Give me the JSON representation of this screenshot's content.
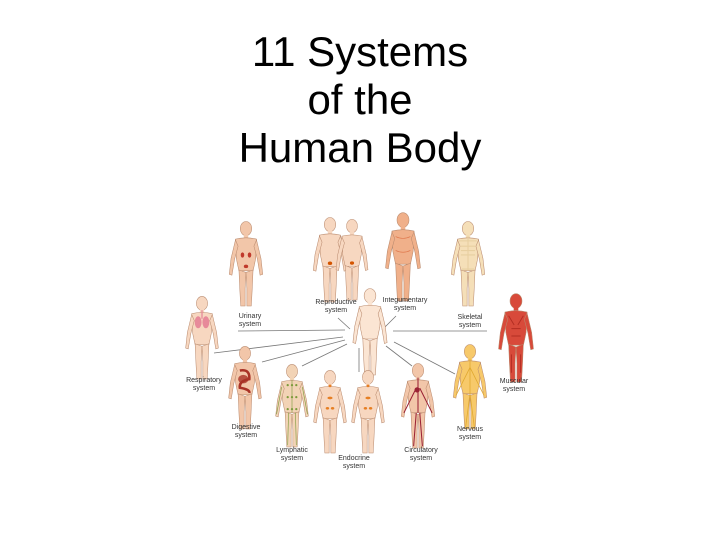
{
  "slide": {
    "title_lines": [
      "11 Systems",
      "of the",
      "Human Body"
    ]
  },
  "diagram": {
    "center_figure": "body-outline-figure",
    "systems": [
      {
        "id": "urinary",
        "label_lines": [
          "Urinary",
          "system"
        ],
        "color": "#f2c6a9",
        "organ_color": "#c0392b"
      },
      {
        "id": "reproductive",
        "label_lines": [
          "Reproductive",
          "system"
        ],
        "color": "#f7d7c0",
        "organ_color": "#d35400"
      },
      {
        "id": "integumentary",
        "label_lines": [
          "Integumentary",
          "system"
        ],
        "color": "#f0b08a",
        "organ_color": "#e07a4f"
      },
      {
        "id": "skeletal",
        "label_lines": [
          "Skeletal",
          "system"
        ],
        "color": "#f5dfb8",
        "organ_color": "#e8cfa0"
      },
      {
        "id": "muscular",
        "label_lines": [
          "Muscular",
          "system"
        ],
        "color": "#d84a3a",
        "organ_color": "#b22d22"
      },
      {
        "id": "nervous",
        "label_lines": [
          "Nervous",
          "system"
        ],
        "color": "#f7c96a",
        "organ_color": "#e0a830"
      },
      {
        "id": "circulatory",
        "label_lines": [
          "Circulatory",
          "system"
        ],
        "color": "#f2c6a9",
        "organ_color": "#9b2335"
      },
      {
        "id": "endocrine",
        "label_lines": [
          "Endocrine",
          "system"
        ],
        "color": "#f7d7c0",
        "organ_color": "#e67e22"
      },
      {
        "id": "lymphatic",
        "label_lines": [
          "Lymphatic",
          "system"
        ],
        "color": "#f2d3b5",
        "organ_color": "#7a9a3a"
      },
      {
        "id": "digestive",
        "label_lines": [
          "Digestive",
          "system"
        ],
        "color": "#f2c6a9",
        "organ_color": "#a93226"
      },
      {
        "id": "respiratory",
        "label_lines": [
          "Respiratory",
          "system"
        ],
        "color": "#f7d7c0",
        "organ_color": "#e78a9a"
      }
    ]
  }
}
